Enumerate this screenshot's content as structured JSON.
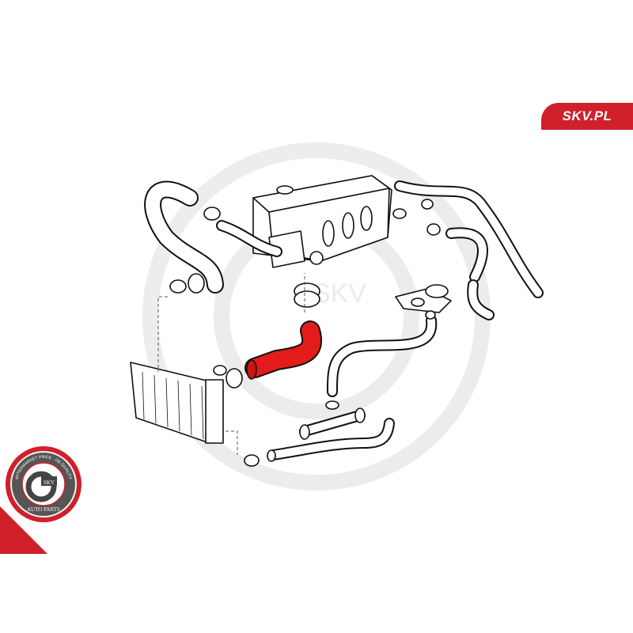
{
  "brand": {
    "site_label": "SKV.PL"
  },
  "badge": {
    "center_text": "SKV",
    "top_arc_text": "AFTERMARKET PRICE · OE QUALITY",
    "bottom_arc_text": "AUTO PARTS"
  },
  "watermark": {
    "text": "SKV"
  },
  "colors": {
    "brand_red": "#d0202a",
    "highlight_hose": "#e31b1b",
    "line": "#111111"
  },
  "diagram": {
    "highlighted_part": "radiator-hose"
  }
}
